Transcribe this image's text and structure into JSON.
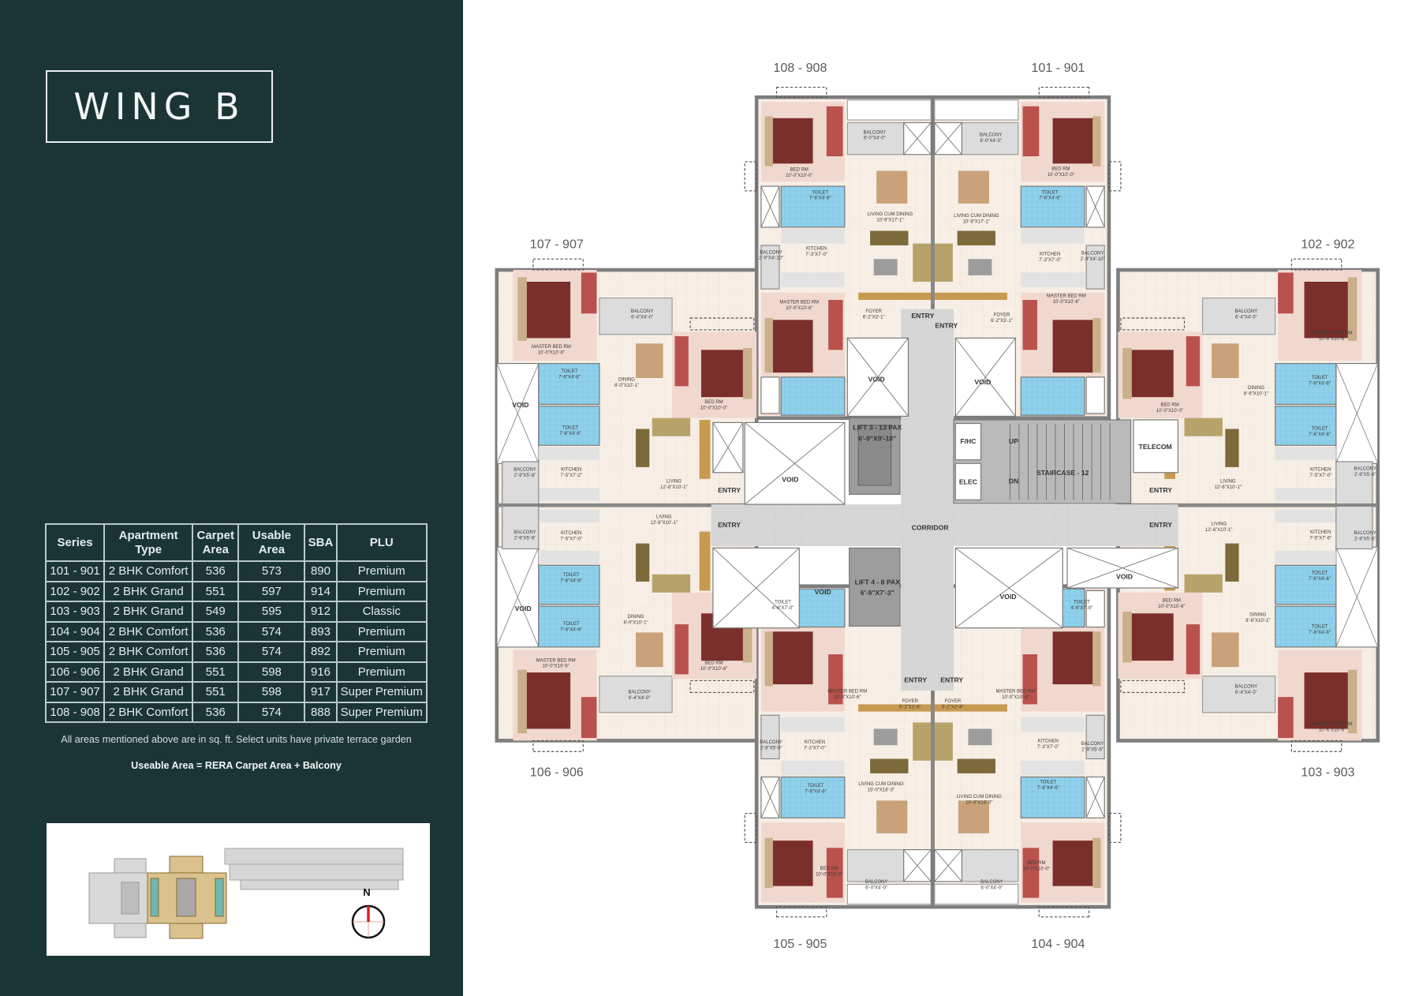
{
  "title": "WING B",
  "table": {
    "headers": [
      "Series",
      "Apartment Type",
      "Carpet Area",
      "Usable Area",
      "SBA",
      "PLU"
    ],
    "rows": [
      [
        "101 - 901",
        "2 BHK Comfort",
        "536",
        "573",
        "890",
        "Premium"
      ],
      [
        "102 - 902",
        "2 BHK Grand",
        "551",
        "597",
        "914",
        "Premium"
      ],
      [
        "103 - 903",
        "2 BHK Grand",
        "549",
        "595",
        "912",
        "Classic"
      ],
      [
        "104 - 904",
        "2 BHK Comfort",
        "536",
        "574",
        "893",
        "Premium"
      ],
      [
        "105 - 905",
        "2 BHK Comfort",
        "536",
        "574",
        "892",
        "Premium"
      ],
      [
        "106 - 906",
        "2 BHK Grand",
        "551",
        "598",
        "916",
        "Premium"
      ],
      [
        "107 - 907",
        "2 BHK Grand",
        "551",
        "598",
        "917",
        "Super Premium"
      ],
      [
        "108 - 908",
        "2 BHK Comfort",
        "536",
        "574",
        "888",
        "Super Premium"
      ]
    ]
  },
  "note": "All areas mentioned above are in sq. ft. Select units have private terrace garden",
  "formula": "Useable Area = RERA Carpet Area + Balcony",
  "keymap": {
    "compass_label": "N",
    "highlight_color": "#c9b27a"
  },
  "colors": {
    "panel": "#1b3535",
    "bedroom": "#f1d8cf",
    "toilet": "#8fd0ea",
    "bed": "#7b2f2b",
    "wardrobe": "#b9514c",
    "corridor": "#d6d6d6"
  },
  "plan": {
    "units": [
      "108 - 908",
      "101 - 901",
      "107 - 907",
      "102 - 902",
      "106 - 906",
      "103 - 903",
      "105 - 905",
      "104 - 904"
    ],
    "core": [
      "VOID",
      "VOID",
      "VOID",
      "VOID",
      "VOID",
      "VOID",
      "VOID",
      "VOID",
      "LIFT 3 - 13 PAX",
      "6'-9\"X9'-10\"",
      "LIFT 4 - 8 PAX",
      "6'-9\"X7'-3\"",
      "STAIRCASE - 12",
      "UP",
      "DN",
      "F/HC",
      "ELEC",
      "TELECOM",
      "CORRIDOR",
      "ENTRY",
      "ENTRY",
      "ENTRY",
      "ENTRY",
      "ENTRY",
      "ENTRY",
      "ENTRY",
      "ENTRY"
    ],
    "rooms": [
      {
        "n": "BALCONY",
        "d": "6'-0\"X4'-0\""
      },
      {
        "n": "BED RM",
        "d": "10'-0\"X10'-0\""
      },
      {
        "n": "TOILET",
        "d": "7'-6\"X4'-6\""
      },
      {
        "n": "LIVING CUM DINING",
        "d": "10'-9\"X17'-1\""
      },
      {
        "n": "KITCHEN",
        "d": "7'-3\"X7'-0\""
      },
      {
        "n": "BALCONY",
        "d": "2'-9\"X4'-10\""
      },
      {
        "n": "MASTER BED RM",
        "d": "10'-0\"X10'-6\""
      },
      {
        "n": "FOYER",
        "d": "6'-2\"X3'-1\""
      },
      {
        "n": "BALCONY",
        "d": "6'-0\"X4'-0\""
      },
      {
        "n": "BED RM",
        "d": "10'-0\"X10'-0\""
      },
      {
        "n": "TOILET",
        "d": "7'-6\"X4'-6\""
      },
      {
        "n": "LIVING CUM DINING",
        "d": "10'-9\"X17'-1\""
      },
      {
        "n": "KITCHEN",
        "d": "7'-3\"X7'-0\""
      },
      {
        "n": "BALCONY",
        "d": "2'-9\"X4'-10\""
      },
      {
        "n": "MASTER BED RM",
        "d": "10'-0\"X10'-6\""
      },
      {
        "n": "FOYER",
        "d": "6'-2\"X3'-1\""
      },
      {
        "n": "MASTER BED RM",
        "d": "10'-0\"X10'-6\""
      },
      {
        "n": "BALCONY",
        "d": "6'-4\"X4'-0\""
      },
      {
        "n": "TOILET",
        "d": "7'-6\"X4'-6\""
      },
      {
        "n": "DINING",
        "d": "8'-0\"X10'-1\""
      },
      {
        "n": "BED RM",
        "d": "10'-0\"X10'-0\""
      },
      {
        "n": "TOILET",
        "d": "7'-6\"X4'-6\""
      },
      {
        "n": "BALCONY",
        "d": "2'-9\"X5'-6\""
      },
      {
        "n": "KITCHEN",
        "d": "7'-5\"X7'-2\""
      },
      {
        "n": "LIVING",
        "d": "12'-6\"X10'-1\""
      },
      {
        "n": "LIVING",
        "d": "12'-6\"X10'-1\""
      },
      {
        "n": "BALCONY",
        "d": "2'-9\"X5'-6\""
      },
      {
        "n": "KITCHEN",
        "d": "7'-5\"X7'-0\""
      },
      {
        "n": "TOILET",
        "d": "7'-6\"X4'-6\""
      },
      {
        "n": "TOILET",
        "d": "7'-6\"X4'-6\""
      },
      {
        "n": "DINING",
        "d": "8'-0\"X10'-1\""
      },
      {
        "n": "MASTER BED RM",
        "d": "10'-0\"X10'-6\""
      },
      {
        "n": "BED RM",
        "d": "10'-0\"X10'-6\""
      },
      {
        "n": "BALCONY",
        "d": "6'-4\"X4'-0\""
      },
      {
        "n": "BALCONY",
        "d": "6'-4\"X4'-0\""
      },
      {
        "n": "MASTER BED RM",
        "d": "10'-6\"X10'-6\""
      },
      {
        "n": "BED RM",
        "d": "10'-0\"X10'-0\""
      },
      {
        "n": "DINING",
        "d": "8'-6\"X10'-1\""
      },
      {
        "n": "TOILET",
        "d": "7'-6\"X4'-6\""
      },
      {
        "n": "TOILET",
        "d": "7'-6\"X4'-6\""
      },
      {
        "n": "KITCHEN",
        "d": "7'-5\"X7'-0\""
      },
      {
        "n": "BALCONY",
        "d": "2'-9\"X5'-6\""
      },
      {
        "n": "LIVING",
        "d": "12'-6\"X10'-1\""
      },
      {
        "n": "LIVING",
        "d": "12'-6\"X10'-1\""
      },
      {
        "n": "KITCHEN",
        "d": "7'-5\"X7'-6\""
      },
      {
        "n": "BALCONY",
        "d": "2'-9\"X5'-6\""
      },
      {
        "n": "TOILET",
        "d": "7'-6\"X4'-6\""
      },
      {
        "n": "BED RM",
        "d": "10'-0\"X10'-6\""
      },
      {
        "n": "DINING",
        "d": "8'-6\"X10'-1\""
      },
      {
        "n": "TOILET",
        "d": "7'-6\"X4'-6\""
      },
      {
        "n": "BALCONY",
        "d": "6'-4\"X4'-0\""
      },
      {
        "n": "MASTER BED RM",
        "d": "10'-6\"X10'-6\""
      },
      {
        "n": "TOILET",
        "d": "4'-6\"X7'-0\""
      },
      {
        "n": "MASTER BED RM",
        "d": "10'-0\"X10'-6\""
      },
      {
        "n": "FOYER",
        "d": "5'-2\"X2'-8\""
      },
      {
        "n": "BALCONY",
        "d": "2'-9\"X5'-0\""
      },
      {
        "n": "KITCHEN",
        "d": "7'-3\"X7'-0\""
      },
      {
        "n": "TOILET",
        "d": "7'-6\"X4'-6\""
      },
      {
        "n": "LIVING CUM DINING",
        "d": "10'-0\"X18'-3\""
      },
      {
        "n": "BED RM",
        "d": "10'-0\"X10'-0\""
      },
      {
        "n": "BALCONY",
        "d": "6'-0\"X4'-0\""
      },
      {
        "n": "TOILET",
        "d": "4'-6\"X7'-0\""
      },
      {
        "n": "FOYER",
        "d": "5'-2\"X2'-8\""
      },
      {
        "n": "MASTER BED RM",
        "d": "10'-0\"X10'-6\""
      },
      {
        "n": "KITCHEN",
        "d": "7'-3\"X7'-0\""
      },
      {
        "n": "BALCONY",
        "d": "2'-9\"X5'-6\""
      },
      {
        "n": "TOILET",
        "d": "7'-6\"X4'-6\""
      },
      {
        "n": "LIVING CUM DINING",
        "d": "10'-0\"X18'-3\""
      },
      {
        "n": "BED RM",
        "d": "10'-0\"X10'-0\""
      },
      {
        "n": "BALCONY",
        "d": "6'-0\"X4'-0\""
      }
    ]
  }
}
